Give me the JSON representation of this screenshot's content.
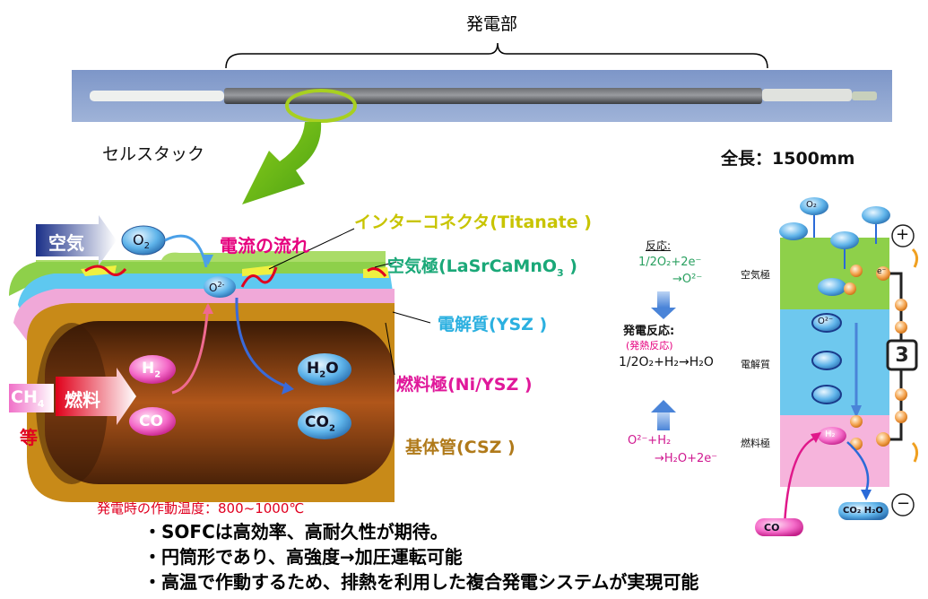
{
  "header": {
    "power_section": "発電部",
    "cell_stack": "セルスタック",
    "total_length": "全長：1500mm"
  },
  "cross_section": {
    "air": "空気",
    "o2": "O",
    "o2_sub": "2",
    "o2_minus": "O",
    "o2_minus_sup": "2-",
    "current_flow": "電流の流れ",
    "fuel": "燃料",
    "ch4": "CH",
    "ch4_sub": "4",
    "etc": "等",
    "h2": "H",
    "h2_sub": "2",
    "co": "CO",
    "h2o": "H",
    "h2o_sub": "2",
    "h2o_o": "O",
    "co2": "CO",
    "co2_sub": "2"
  },
  "layers": {
    "interconnector": "インターコネクタ(Titanate )",
    "air_electrode": "空気極(LaSrCaMnO",
    "air_electrode_sub": "3",
    "air_electrode_end": " )",
    "electrolyte": "電解質(YSZ )",
    "fuel_electrode": "燃料極(Ni/YSZ )",
    "substrate": "基体管(CSZ )"
  },
  "reactions": {
    "reaction_title": "反応:",
    "cathode_reaction_1": "1/2O₂+2e⁻",
    "cathode_reaction_2": "→O²⁻",
    "power_reaction_title": "発電反応:",
    "exothermic": "(発熱反応)",
    "power_reaction": "1/2O₂+H₂→H₂O",
    "anode_reaction_1": "O²⁻+H₂",
    "anode_reaction_2": "→H₂O+2e⁻"
  },
  "cell_diagram": {
    "air_electrode": "空気極",
    "electrolyte": "電解質",
    "fuel_electrode": "燃料極",
    "plus": "+",
    "minus": "−",
    "o2": "O₂",
    "o2_ion": "O²⁻",
    "e": "e⁻",
    "h2": "H₂",
    "co": "CO",
    "co2_h2o": "CO₂ H₂O"
  },
  "notes": {
    "operating_temp": "発電時の作動温度：800~1000℃",
    "bullets": [
      "・SOFCは高効率、高耐久性が期待。",
      "・円筒形であり、高強度→加圧運転可能",
      "・高温で作動するため、排熱を利用した複合発電システムが実現可能"
    ]
  },
  "colors": {
    "title_magenta": "#e6007e",
    "interconnector_yellow": "#c8c400",
    "air_electrode_green": "#1aa878",
    "electrolyte_cyan": "#2bb0e0",
    "fuel_electrode_pink": "#e0189a",
    "substrate_brown": "#b07a1a"
  }
}
